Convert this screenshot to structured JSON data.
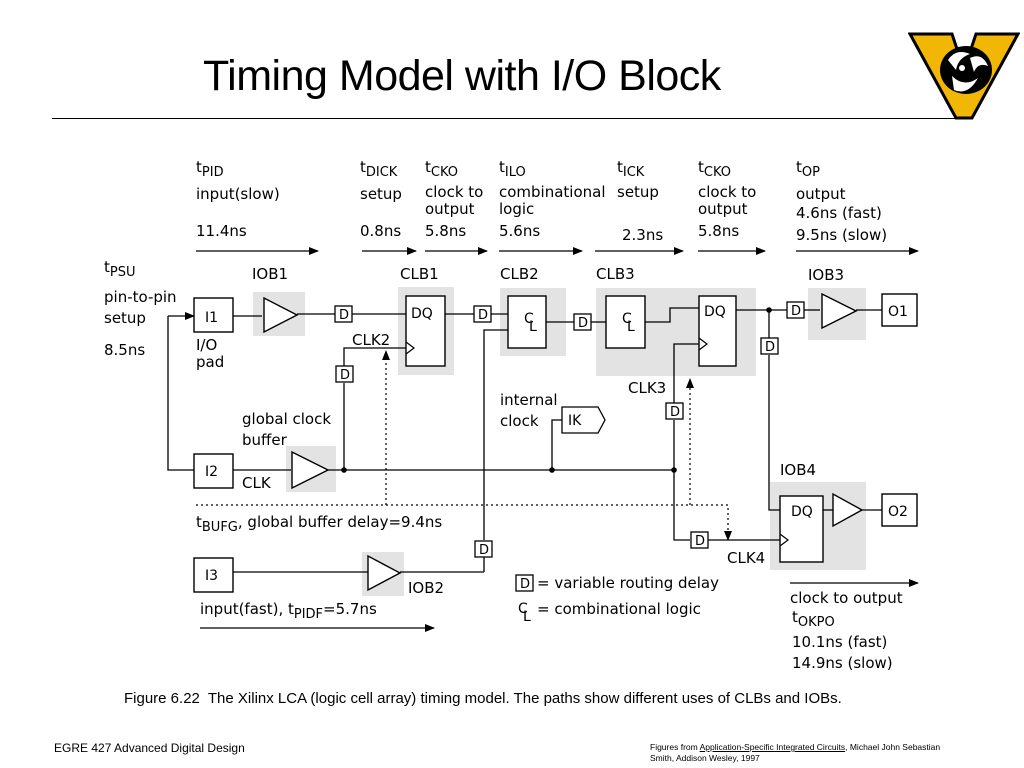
{
  "slide": {
    "title": "Timing Model with I/O Block",
    "logo_icon": "ram-head-logo-icon",
    "accent_color": "#f2b705",
    "caption_label": "Figure 6.22",
    "caption_text": "The Xilinx LCA (logic cell array) timing model. The paths show different uses of CLBs and IOBs.",
    "footer_course": "EGRE 427 Advanced Digital Design",
    "footer_credit_prefix": "Figures from ",
    "footer_credit_book": "Application-Specific Integrated Circuits",
    "footer_credit_suffix": ", Michael John Sebastian Smith, Addison Wesley, 1997"
  },
  "diagram": {
    "timing": [
      {
        "t": "t",
        "sub": "PID",
        "lines": [
          "input(slow)"
        ],
        "value": "11.4ns"
      },
      {
        "t": "t",
        "sub": "DICK",
        "lines": [
          "setup"
        ],
        "value": "0.8ns"
      },
      {
        "t": "t",
        "sub": "CKO",
        "lines": [
          "clock to",
          "output"
        ],
        "value": "5.8ns"
      },
      {
        "t": "t",
        "sub": "ILO",
        "lines": [
          "combinational",
          "logic"
        ],
        "value": "5.6ns"
      },
      {
        "t": "t",
        "sub": "ICK",
        "lines": [
          "setup"
        ],
        "value": "2.3ns"
      },
      {
        "t": "t",
        "sub": "CKO",
        "lines": [
          "clock to",
          "output"
        ],
        "value": "5.8ns"
      },
      {
        "t": "t",
        "sub": "OP",
        "lines": [
          "output",
          "4.6ns (fast)"
        ],
        "value": "9.5ns (slow)"
      }
    ],
    "psu": {
      "t": "t",
      "sub": "PSU",
      "line1": "pin-to-pin",
      "line2": "setup",
      "value": "8.5ns"
    },
    "labels": {
      "iob1": "IOB1",
      "clb1": "CLB1",
      "clb2": "CLB2",
      "clb3": "CLB3",
      "iob3": "IOB3",
      "iob4": "IOB4",
      "iob2": "IOB2",
      "i1": "I1",
      "i2": "I2",
      "i3": "I3",
      "o1": "O1",
      "o2": "O2",
      "ik": "IK",
      "io_pad1": "I/O",
      "io_pad2": "pad",
      "clk2": "CLK2",
      "clk3": "CLK3",
      "clk4": "CLK4",
      "clk": "CLK",
      "gclk1": "global clock",
      "gclk2": "buffer",
      "internal1": "internal",
      "internal2": "clock",
      "bufg_t": "t",
      "bufg_sub": "BUFG",
      "bufg_text": ", global buffer delay=9.4ns",
      "pidf_text": "input(fast), t",
      "pidf_sub": "PIDF",
      "pidf_value": "=5.7ns",
      "legend_d": "= variable routing delay",
      "legend_cl": "= combinational logic",
      "okpo_head": "clock to output",
      "okpo_t": "t",
      "okpo_sub": "OKPO",
      "okpo_fast": "10.1ns (fast)",
      "okpo_slow": "14.9ns (slow)",
      "d": "D",
      "dq": "DQ",
      "c": "C",
      "l": "L"
    }
  }
}
